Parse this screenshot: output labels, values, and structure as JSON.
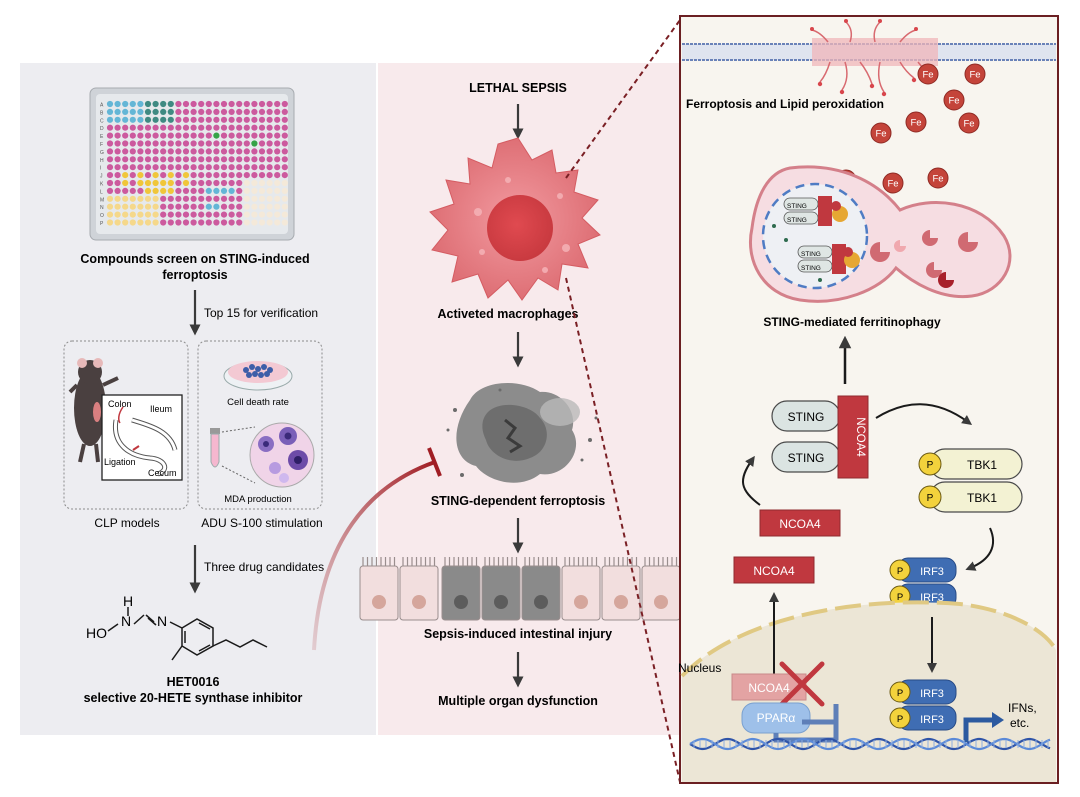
{
  "left_panel": {
    "screen_caption_line1": "Compounds screen on STING-induced",
    "screen_caption_line2": "ferroptosis",
    "plate_rows": [
      "A",
      "B",
      "C",
      "D",
      "E",
      "F",
      "G",
      "H",
      "I",
      "J",
      "K",
      "L",
      "M",
      "N",
      "O",
      "P"
    ],
    "arrow1_label": "Top 15  for verification",
    "clp_labels": {
      "colon": "Colon",
      "ileum": "Ileum",
      "ligation": "Ligation",
      "cecum": "Cecum"
    },
    "cell_death_label": "Cell death rate",
    "mda_label": "MDA production",
    "clp_caption": "CLP models",
    "adu_caption": "ADU S-100 stimulation",
    "arrow2_label": "Three drug candidates",
    "molecule_atoms": {
      "h": "H",
      "n1": "N",
      "n2": "N",
      "ho": "HO"
    },
    "drug_name": "HET0016",
    "drug_desc": "selective 20-HETE synthase inhibitor"
  },
  "middle_panel": {
    "lethal_sepsis": "LETHAL SEPSIS",
    "activated_macrophages": "Activeted macrophages",
    "sting_ferroptosis": "STING-dependent ferroptosis",
    "intestinal_injury": "Sepsis-induced intestinal injury",
    "organ_dysfunction": "Multiple organ dysfunction"
  },
  "right_panel": {
    "ferroptosis_label": "Ferroptosis and Lipid peroxidation",
    "fe": "Fe",
    "ferritinophagy_label": "STING-mediated ferritinophagy",
    "sting": "STING",
    "ncoa4": "NCOA4",
    "tbk1": "TBK1",
    "irf3": "IRF3",
    "p": "P",
    "nucleus": "Nucleus",
    "ppara": "PPARα",
    "ifns_line1": "IFNs,",
    "ifns_line2": "etc."
  },
  "colors": {
    "left_bg": "#ededf1",
    "middle_bg": "#f8eaec",
    "right_bg": "#f8f5ef",
    "frame": "#6b1f22",
    "ncoa4": "#c0383f",
    "sting_fill": "#dbe4e2",
    "tbk1_fill": "#f3f2d3",
    "irf3_fill": "#3f6db3",
    "p_fill": "#f3d23c",
    "fe_fill": "#c4443a",
    "macrophage": "#e0777b",
    "plate_pink": "#cc5a9e",
    "plate_blue": "#64b6d6",
    "plate_teal": "#3f8a82",
    "plate_yellow": "#f0c63a"
  }
}
